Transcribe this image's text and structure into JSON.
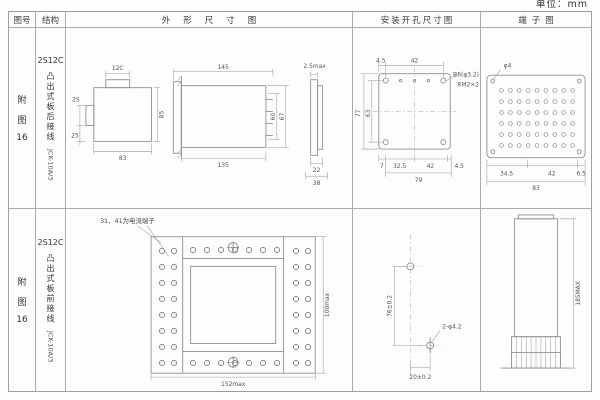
{
  "unit_label": "单位：mm",
  "headers": {
    "fig_no": "图号",
    "structure": "结构",
    "outline": "外形尺寸图",
    "mounting": "安装开孔尺寸图",
    "terminal": "端子图"
  },
  "row1": {
    "fig": [
      "附",
      "图",
      "16"
    ],
    "structure": {
      "model": "2S12C",
      "desc": "凸出式板后接线",
      "code": "JCK-10A/3"
    },
    "outline": {
      "d_12c": "12C",
      "d_2s": "2S",
      "d_25": "25",
      "d_83": "83",
      "d_85": "85",
      "d_145": "145",
      "d_135": "135",
      "d_60": "60",
      "d_67": "67",
      "d_25max": "2.5max",
      "d_22": "22",
      "d_38": "38"
    },
    "mounting": {
      "d_45t": "4.5",
      "d_42t": "42",
      "note_b6": "B6(φ3.2)",
      "note_rm": "RM2×2",
      "d_77": "77",
      "d_63": "63",
      "d_7": "7",
      "d_325": "32.5",
      "d_42b": "42",
      "d_79": "79",
      "d_45b": "4.5"
    },
    "terminal": {
      "d_phi4": "φ4",
      "d_345": "34.5",
      "d_42": "42",
      "d_65": "6.5",
      "d_83": "83"
    }
  },
  "row2": {
    "fig": [
      "附",
      "图",
      "16"
    ],
    "structure": {
      "model": "2S12C",
      "desc": "凸出式板前接线",
      "code": "JCK-10A/3"
    },
    "outline": {
      "note": "31、41为电流端子",
      "d_152": "152max",
      "d_100": "100max"
    },
    "mounting": {
      "d_76": "76±0.2",
      "d_phi": "2-φ4.2",
      "d_20": "20±0.2"
    },
    "terminal": {
      "d_185": "185MAX"
    }
  }
}
